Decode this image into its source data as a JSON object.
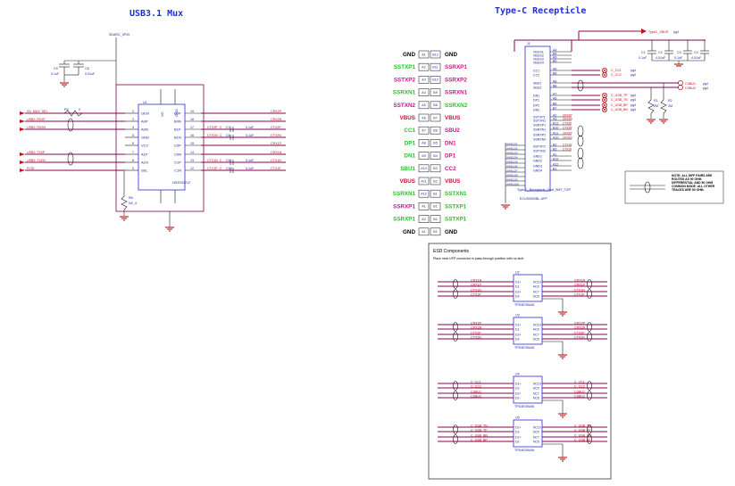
{
  "titles": {
    "mux": "USB3.1 Mux",
    "typec": "Type-C Recepticle",
    "esd": "ESD Components",
    "esd_note": "Place near UFP connector in pass-through position with no stub"
  },
  "mux": {
    "supply_net": "SDARC_3P3V",
    "cap1": {
      "ref": "C9",
      "value": "0.1uF"
    },
    "cap2": {
      "ref": "C8",
      "value": "0.01uF"
    },
    "chip_ref": "U1",
    "chip_part": "HD3SS3212",
    "res_in": {
      "ref": "R5",
      "value": "0"
    },
    "res_sel": {
      "ref": "R6",
      "value": "NC_0"
    },
    "left_nets": [
      "SS_MUX_SEL",
      "USB3_RX2P",
      "USB3_RX2N",
      "USB3_TX2P",
      "USB3_TX2N",
      "PCIE"
    ],
    "left_pins": [
      {
        "num": "2",
        "name": "OEN"
      },
      {
        "num": "3",
        "name": "A0P"
      },
      {
        "num": "4",
        "name": "A0N"
      },
      {
        "num": "5",
        "name": "GND"
      },
      {
        "num": "6",
        "name": "VCC"
      },
      {
        "num": "7",
        "name": "A1P"
      },
      {
        "num": "8",
        "name": "A1N"
      },
      {
        "num": "9",
        "name": "SEL"
      }
    ],
    "right_pins": [
      {
        "num": "19",
        "name": "B0P"
      },
      {
        "num": "18",
        "name": "B0N"
      },
      {
        "num": "17",
        "name": "B1P"
      },
      {
        "num": "16",
        "name": "B1N"
      },
      {
        "num": "15",
        "name": "C0P"
      },
      {
        "num": "14",
        "name": "C0N"
      },
      {
        "num": "13",
        "name": "C1P"
      },
      {
        "num": "12",
        "name": "C1N"
      }
    ],
    "right_nets": [
      "CRX2P",
      "CRX2N",
      "CTX2P",
      "CTX2N",
      "CRX1P",
      "CRX1N",
      "CTX1N",
      "CTX1P"
    ],
    "series_caps": [
      {
        "net": "CTX2P_C",
        "ref": "C7",
        "value": "0.1uF"
      },
      {
        "net": "CTX2N_C",
        "ref": "C6",
        "value": "0.1uF"
      },
      {
        "net": "CTX1N_C",
        "ref": "C11",
        "value": "0.1uF"
      },
      {
        "net": "CTX1P_C",
        "ref": "C10",
        "value": "0.1uF"
      }
    ]
  },
  "pinout": {
    "rows": [
      {
        "left": "GND",
        "lc": "#000000",
        "a": "A1",
        "b": "B12",
        "right": "GND",
        "rc": "#000000"
      },
      {
        "left": "SSTXP1",
        "lc": "#22c422",
        "a": "A2",
        "b": "B11",
        "right": "SSRXP1",
        "rc": "#d0108a"
      },
      {
        "left": "SSTXP2",
        "lc": "#d0108a",
        "a": "A3",
        "b": "B10",
        "right": "SSRXP2",
        "rc": "#d0108a"
      },
      {
        "left": "SSRXN1",
        "lc": "#22c422",
        "a": "A4",
        "b": "B9",
        "right": "SSRXN1",
        "rc": "#d0108a"
      },
      {
        "left": "SSTXN2",
        "lc": "#d0108a",
        "a": "A5",
        "b": "B8",
        "right": "SSRXN2",
        "rc": "#22c422"
      },
      {
        "left": "VBUS",
        "lc": "#d0103a",
        "a": "A6",
        "b": "B7",
        "right": "VBUS",
        "rc": "#d0103a"
      },
      {
        "left": "CC1",
        "lc": "#22c422",
        "a": "A7",
        "b": "B6",
        "right": "SBU2",
        "rc": "#d0108a"
      },
      {
        "left": "DP1",
        "lc": "#22c422",
        "a": "A8",
        "b": "B5",
        "right": "DN1",
        "rc": "#d0108a"
      },
      {
        "left": "DN1",
        "lc": "#22c422",
        "a": "A9",
        "b": "B4",
        "right": "DP1",
        "rc": "#d0108a"
      },
      {
        "left": "SBU1",
        "lc": "#22c422",
        "a": "A10",
        "b": "B3",
        "right": "CC2",
        "rc": "#d0108a"
      },
      {
        "left": "VBUS",
        "lc": "#d0103a",
        "a": "A11",
        "b": "B2",
        "right": "VBUS",
        "rc": "#d0103a"
      },
      {
        "left": "SSRXN1",
        "lc": "#22c422",
        "a": "A12",
        "b": "B1",
        "right": "SSTXN1",
        "rc": "#22c422"
      },
      {
        "left": "SSRXP1",
        "lc": "#d0108a",
        "a": "A1",
        "b": "B1",
        "right": "SSTXP1",
        "rc": "#22c422"
      },
      {
        "left": "SSRXP1",
        "lc": "#22c422",
        "a": "A2",
        "b": "B2",
        "right": "SSTXP1",
        "rc": "#22c422"
      },
      {
        "left": "GND",
        "lc": "#000000",
        "a": "A1",
        "b": "B1",
        "right": "GND",
        "rc": "#000000"
      }
    ]
  },
  "typec": {
    "connector_ref": "J1",
    "connector_part": "Type-C_Receptacle_Dual_SMT_TOP",
    "connector_mfg": "ECUS0002BL-UFP",
    "vbus_net": "TypeC_VBUS",
    "vbus_page": "pg4",
    "caps": [
      {
        "ref": "C1",
        "value": "0.1uF"
      },
      {
        "ref": "C2",
        "value": "0.01uF"
      },
      {
        "ref": "C3",
        "value": "0.1uF"
      },
      {
        "ref": "C4",
        "value": "0.01uF"
      }
    ],
    "pins": [
      {
        "num": "A4",
        "name": "VBUS1"
      },
      {
        "num": "B4",
        "name": "VBUS2"
      },
      {
        "num": "A9",
        "name": "VBUS3"
      },
      {
        "num": "B9",
        "name": "VBUS4"
      },
      {
        "num": "A5",
        "name": "CC1"
      },
      {
        "num": "B5",
        "name": "CC2"
      },
      {
        "num": "A8",
        "name": "SBU1"
      },
      {
        "num": "B8",
        "name": "SBU2"
      },
      {
        "num": "A7",
        "name": "DN1"
      },
      {
        "num": "A6",
        "name": "DP1"
      },
      {
        "num": "B6",
        "name": "DP2"
      },
      {
        "num": "B7",
        "name": "DN2"
      },
      {
        "num": "A2",
        "name": "SSTXP1"
      },
      {
        "num": "A3",
        "name": "SSTXN1"
      },
      {
        "num": "B11",
        "name": "SSRXP1"
      },
      {
        "num": "B10",
        "name": "SSRXN1"
      },
      {
        "num": "A11",
        "name": "SSRXP2"
      },
      {
        "num": "A10",
        "name": "SSRXN2"
      },
      {
        "num": "B2",
        "name": "SSTXP2"
      },
      {
        "num": "B3",
        "name": "SSTXN2"
      },
      {
        "num": "A1",
        "name": "GND1"
      },
      {
        "num": "B12",
        "name": "GND2"
      },
      {
        "num": "A12",
        "name": "GND3"
      },
      {
        "num": "B1",
        "name": "GND4"
      }
    ],
    "gnd_pins": [
      "SHIELD1",
      "SHIELD2",
      "SHIELD3",
      "SHIELD4",
      "SHIELD5",
      "SHIELD6",
      "SHIELD7",
      "SHIELD8",
      "SHIELD9",
      "SHIELD10"
    ],
    "right_nets": [
      {
        "net": "C_CC1",
        "page": "pg4"
      },
      {
        "net": "C_CC2",
        "page": "pg4"
      },
      {
        "net": "CSBU1",
        "page": "pg4"
      },
      {
        "net": "CSBU2",
        "page": "pg4"
      },
      {
        "net": "C_USB_TP",
        "page": "pg4"
      },
      {
        "net": "C_USB_TN",
        "page": "pg4"
      },
      {
        "net": "C_USB_BP",
        "page": "pg4"
      },
      {
        "net": "C_USB_BN",
        "page": "pg4"
      }
    ],
    "sbu_outputs": [
      {
        "net": "CSBU1",
        "page": "pg4"
      },
      {
        "net": "CSBU2",
        "page": "pg4"
      }
    ],
    "res": [
      {
        "ref": "R1",
        "value": "2M"
      },
      {
        "ref": "R2",
        "value": "2M"
      }
    ],
    "diff_nets": [
      "CRX2P",
      "CRX2N",
      "CTX2P",
      "CTX2N",
      "CRX1P",
      "CRX1N",
      "CTX1N",
      "CTX1P"
    ],
    "note": "NOTE: ALL DIFF PAIRS ARE ROUTED AS 90 OHM DIFFERENTIAL AND 50 OHM COMMON MODE. ALL OTHER TRACES ARE 50 OHM."
  },
  "esd": {
    "chip_part": "TPD4E05U06",
    "pin_names_left": [
      "D1+",
      "D1-",
      "D2+",
      "D2-"
    ],
    "pin_names_right": [
      "NC10",
      "NC9",
      "NC7",
      "NC6"
    ],
    "chips": [
      {
        "ref": "U2",
        "left": [
          "CRX1N",
          "CRX1P",
          "CTX1N",
          "CTX1P"
        ],
        "right": [
          "CRX1N",
          "CRX1P",
          "CTX1N",
          "CTX1P"
        ]
      },
      {
        "ref": "U3",
        "left": [
          "CRX2P",
          "CRX2N",
          "CTX2P",
          "CTX2N"
        ],
        "right": [
          "CRX2P",
          "CRX2N",
          "CTX2P",
          "CTX2N"
        ]
      },
      {
        "ref": "U4",
        "left": [
          "C_CC1",
          "C_CC2",
          "CSBU1",
          "CSBU2"
        ],
        "right": [
          "C_CC1",
          "C_CC2",
          "CSBU1",
          "CSBU2"
        ]
      },
      {
        "ref": "U5",
        "left": [
          "C_USB_TN",
          "C_USB_TP",
          "C_USB_BN",
          "C_USB_BP"
        ],
        "right": [
          "C_USB_TN",
          "C_USB_TP",
          "C_USB_BN",
          "C_USB_BP"
        ]
      }
    ]
  }
}
